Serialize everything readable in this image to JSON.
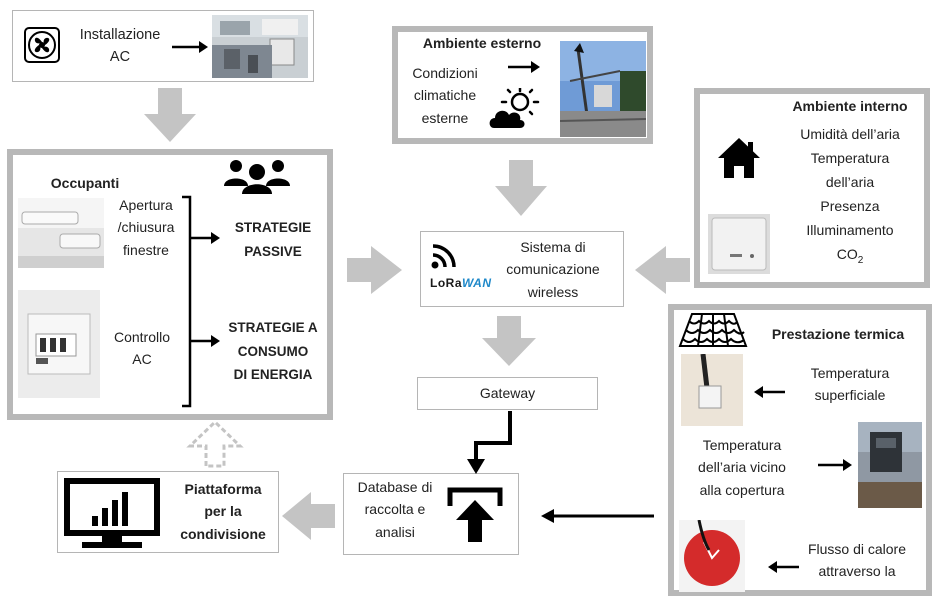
{
  "installazione": {
    "label_line1": "Installazione",
    "label_line2": "AC"
  },
  "ambiente_esterno": {
    "title": "Ambiente esterno",
    "lines": [
      "Condizioni",
      "climatiche",
      "esterne"
    ]
  },
  "ambiente_interno": {
    "title": "Ambiente interno",
    "items": [
      "Umidità dell’aria",
      "Temperatura",
      "dell’aria",
      "Presenza",
      "Illuminamento"
    ],
    "co2_main": "CO",
    "co2_sub": "2"
  },
  "occupanti": {
    "title": "Occupanti",
    "apertura": [
      "Apertura",
      "/chiusura",
      "finestre"
    ],
    "controllo": [
      "Controllo",
      "AC"
    ],
    "strategie_passive": [
      "STRATEGIE",
      "PASSIVE"
    ],
    "strategie_consumo": [
      "STRATEGIE A",
      "CONSUMO",
      "DI ENERGIA"
    ]
  },
  "sistema": {
    "lines": [
      "Sistema di",
      "comunicazione",
      "wireless"
    ],
    "logo_lo": "LoRa",
    "logo_wan": "WAN"
  },
  "gateway": {
    "label": "Gateway"
  },
  "database": {
    "lines": [
      "Database di",
      "raccolta e",
      "analisi"
    ]
  },
  "piattaforma": {
    "lines": [
      "Piattaforma",
      "per la",
      "condivisione"
    ]
  },
  "prestazione": {
    "title": "Prestazione termica",
    "temp_sup": [
      "Temperatura",
      "superficiale"
    ],
    "temp_aria": [
      "Temperatura",
      "dell’aria vicino",
      "alla copertura"
    ],
    "flusso": [
      "Flusso di calore",
      "attraverso la"
    ]
  },
  "colors": {
    "gray_arrow": "#c4c4c4",
    "box_border": "#b8b8b8",
    "black": "#000000"
  },
  "icons": [
    "fan-icon",
    "weather-icon",
    "house-icon",
    "people-icon",
    "wifi-icon",
    "upload-icon",
    "monitor-chart-icon",
    "roof-tiles-icon"
  ]
}
